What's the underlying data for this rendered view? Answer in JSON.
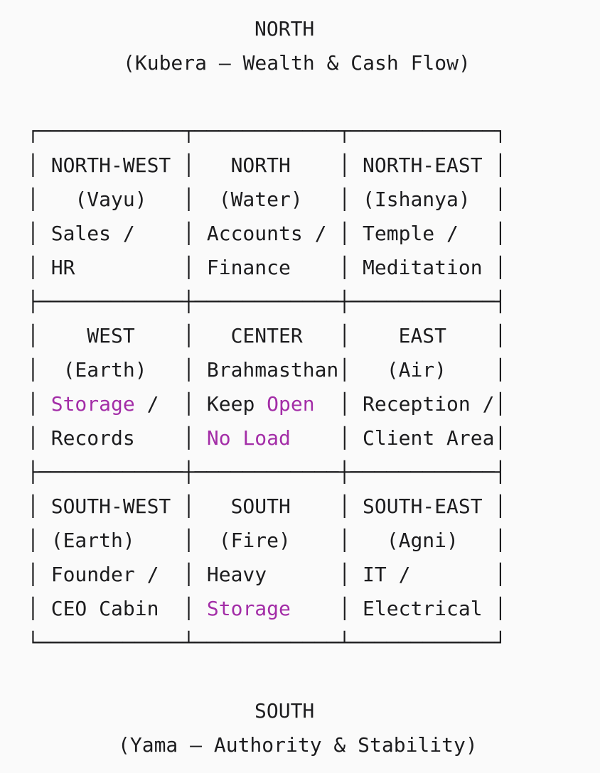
{
  "theme": {
    "background": "#fafafa",
    "foreground": "#1c1c1e",
    "accent": "#a32da7"
  },
  "header": {
    "direction": "NORTH",
    "description": "(Kubera — Wealth & Cash Flow)"
  },
  "footer": {
    "direction": "SOUTH",
    "description": "(Yama — Authority & Stability)"
  },
  "zones": [
    {
      "position": "NORTH-WEST",
      "element": "(Vayu)",
      "usage": "Sales / HR"
    },
    {
      "position": "NORTH",
      "element": "(Water)",
      "usage": "Accounts / Finance"
    },
    {
      "position": "NORTH-EAST",
      "element": "(Ishanya)",
      "usage": "Temple / Meditation"
    },
    {
      "position": "WEST",
      "element": "(Earth)",
      "usage": "Storage / Records",
      "highlighted": [
        "Storage"
      ]
    },
    {
      "position": "CENTER",
      "element": "Brahmasthan",
      "usage": "Keep Open No Load",
      "highlighted": [
        "Open",
        "No Load"
      ]
    },
    {
      "position": "EAST",
      "element": "(Air)",
      "usage": "Reception / Client Area"
    },
    {
      "position": "SOUTH-WEST",
      "element": "(Earth)",
      "usage": "Founder / CEO Cabin"
    },
    {
      "position": "SOUTH",
      "element": "(Fire)",
      "usage": "Heavy Storage",
      "highlighted": [
        "Storage"
      ]
    },
    {
      "position": "SOUTH-EAST",
      "element": "(Agni)",
      "usage": "IT / Electrical"
    }
  ],
  "art": {
    "lines": [
      [
        {
          "t": "┌────────────┬────────────┬────────────┐"
        }
      ],
      [
        {
          "t": "│ NORTH-WEST │   NORTH    │ NORTH-EAST │"
        }
      ],
      [
        {
          "t": "│   (Vayu)   │  (Water)   │ (Ishanya)  │"
        }
      ],
      [
        {
          "t": "│ Sales /    │ Accounts / │ Temple /   │"
        }
      ],
      [
        {
          "t": "│ HR         │ Finance    │ Meditation │"
        }
      ],
      [
        {
          "t": "├────────────┼────────────┼────────────┤"
        }
      ],
      [
        {
          "t": "│    WEST    │   CENTER   │    EAST    │"
        }
      ],
      [
        {
          "t": "│  (Earth)   │ Brahmasthan│   (Air)    │"
        }
      ],
      [
        {
          "t": "│ "
        },
        {
          "t": "Storage",
          "c": "accent"
        },
        {
          "t": " /  │ Keep "
        },
        {
          "t": "Open",
          "c": "accent"
        },
        {
          "t": "  │ Reception /│"
        }
      ],
      [
        {
          "t": "│ Records    │ "
        },
        {
          "t": "No Load",
          "c": "accent"
        },
        {
          "t": "    │ Client Area│"
        }
      ],
      [
        {
          "t": "├────────────┼────────────┼────────────┤"
        }
      ],
      [
        {
          "t": "│ SOUTH-WEST │   SOUTH    │ SOUTH-EAST │"
        }
      ],
      [
        {
          "t": "│ (Earth)    │  (Fire)    │   (Agni)   │"
        }
      ],
      [
        {
          "t": "│ Founder /  │ Heavy      │ IT /       │"
        }
      ],
      [
        {
          "t": "│ CEO Cabin  │ "
        },
        {
          "t": "Storage",
          "c": "accent"
        },
        {
          "t": "    │ Electrical │"
        }
      ],
      [
        {
          "t": "└────────────┴────────────┴────────────┘"
        }
      ]
    ]
  }
}
